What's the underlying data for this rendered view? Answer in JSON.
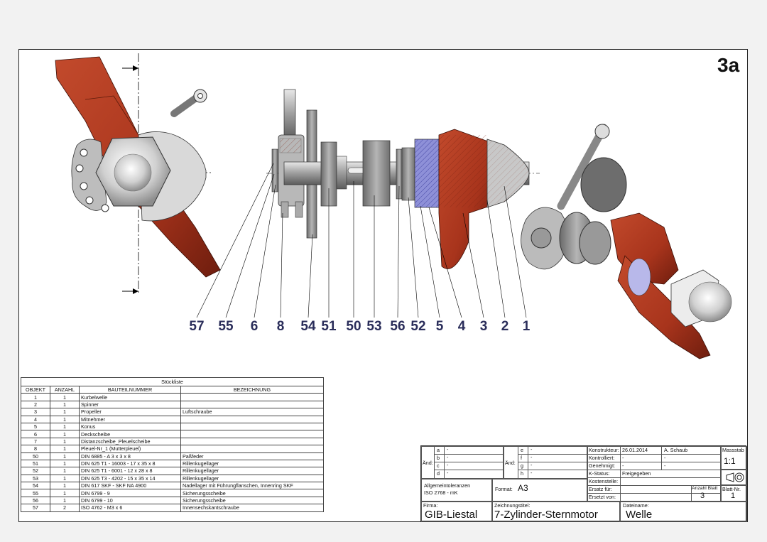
{
  "sheet_number": "3a",
  "callouts": [
    "57",
    "55",
    "6",
    "8",
    "54",
    "51",
    "50",
    "53",
    "56",
    "52",
    "5",
    "4",
    "3",
    "2",
    "1"
  ],
  "parts_list": {
    "title": "Stückliste",
    "headers": [
      "OBJEKT",
      "ANZAHL",
      "BAUTEILNUMMER",
      "BEZEICHNUNG"
    ],
    "rows": [
      [
        "1",
        "1",
        "Kurbelwelle",
        ""
      ],
      [
        "2",
        "1",
        "Spinner",
        ""
      ],
      [
        "3",
        "1",
        "Propeller",
        "Luftschraube"
      ],
      [
        "4",
        "1",
        "Mitnehmer",
        ""
      ],
      [
        "5",
        "1",
        "Konus",
        ""
      ],
      [
        "6",
        "1",
        "Deckscheibe",
        ""
      ],
      [
        "7",
        "1",
        "Distanzscheibe_Pleuelscheibe",
        ""
      ],
      [
        "8",
        "1",
        "Pleuel-Nr_1 (Mutterpleuel)",
        ""
      ],
      [
        "50",
        "1",
        "DIN 6885 - A 3 x 3 x 8",
        "Paßfeder"
      ],
      [
        "51",
        "1",
        "DIN 625 T1 - 16003 - 17 x 35 x 8",
        "Rillenkugellager"
      ],
      [
        "52",
        "1",
        "DIN 625 T1 - 6001 - 12 x 28 x 8",
        "Rillenkugellager"
      ],
      [
        "53",
        "1",
        "DIN 625 T3 - 4202 - 15 x 35 x 14",
        "Rillenkugellager"
      ],
      [
        "54",
        "1",
        "DIN 617 SKF - SKF NA 4900",
        "Nadellager mit Führungflanschen, Innenring SKF"
      ],
      [
        "55",
        "1",
        "DIN 6799 - 9",
        "Sicherungsscheibe"
      ],
      [
        "56",
        "1",
        "DIN 6799 - 10",
        "Sicherungsscheibe"
      ],
      [
        "57",
        "2",
        "ISO 4762 - M3 x 6",
        "Innensechskantschraube"
      ]
    ]
  },
  "title_block": {
    "aend_label": "Änd:",
    "rev_letters_left": [
      "a",
      "b",
      "c",
      "d"
    ],
    "rev_letters_right": [
      "e",
      "f",
      "g",
      "h"
    ],
    "rev_mark": "-",
    "konstrukteur_label": "Konstrukteur:",
    "konstrukteur_date": "26.01.2014",
    "konstrukteur_name": "A. Schaub",
    "kontrolliert_label": "Kontrolliert:",
    "genehmigt_label": "Genehmigt:",
    "kstatus_label": "K-Status:",
    "kstatus_value": "Freigegeben",
    "kostenstelle_label": "Kostenstelle:",
    "ersatz_fuer_label": "Ersatz für:",
    "ersetzt_von_label": "Ersetzt von:",
    "massstab_label": "Massstab",
    "massstab_value": "1:1",
    "toleranzen_line1": "Allgemeintoleranzen",
    "toleranzen_line2": "ISO 2768 - mK",
    "format_label": "Format:",
    "format_value": "A3",
    "anzahl_blatt_label": "Anzahl Blatt",
    "anzahl_blatt_value": "3",
    "blatt_nr_label": "Blatt-Nr.",
    "blatt_nr_value": "1",
    "firma_label": "Firma:",
    "firma_value": "GIB-Liestal",
    "zeichnungstitel_label": "Zeichnungstitel:",
    "zeichnungstitel_value": "7-Zylinder-Sternmotor",
    "dateiname_label": "Dateiname:",
    "dateiname_value": "Welle"
  },
  "icons": [
    "projection-symbol-icon"
  ],
  "colors": {
    "propeller": "#a8341c",
    "propeller_dark": "#7a2212",
    "steel": "#9a9a9a",
    "bearing_blue": "#8e90d8",
    "callout": "#2a2d5a"
  }
}
